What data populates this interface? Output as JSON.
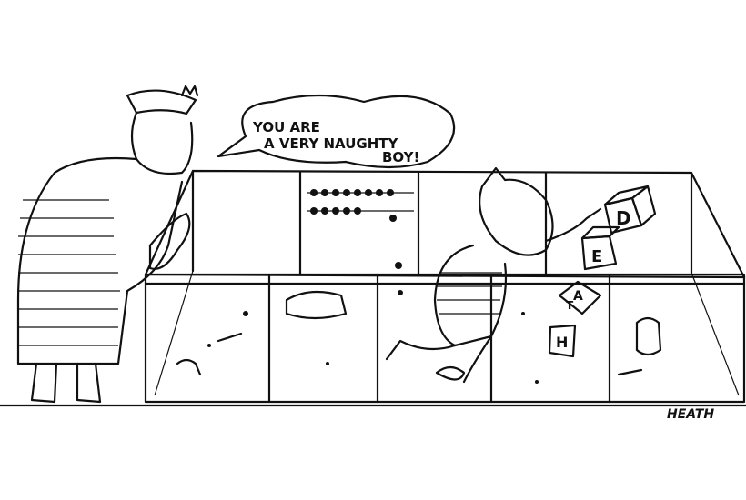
{
  "cartoon": {
    "speech_bubble": {
      "line1": "YOU ARE",
      "line2": "A VERY NAUGHTY",
      "line3": "BOY!"
    },
    "blocks": [
      "D",
      "E",
      "A",
      "T",
      "H"
    ],
    "signature": "HEATH"
  }
}
